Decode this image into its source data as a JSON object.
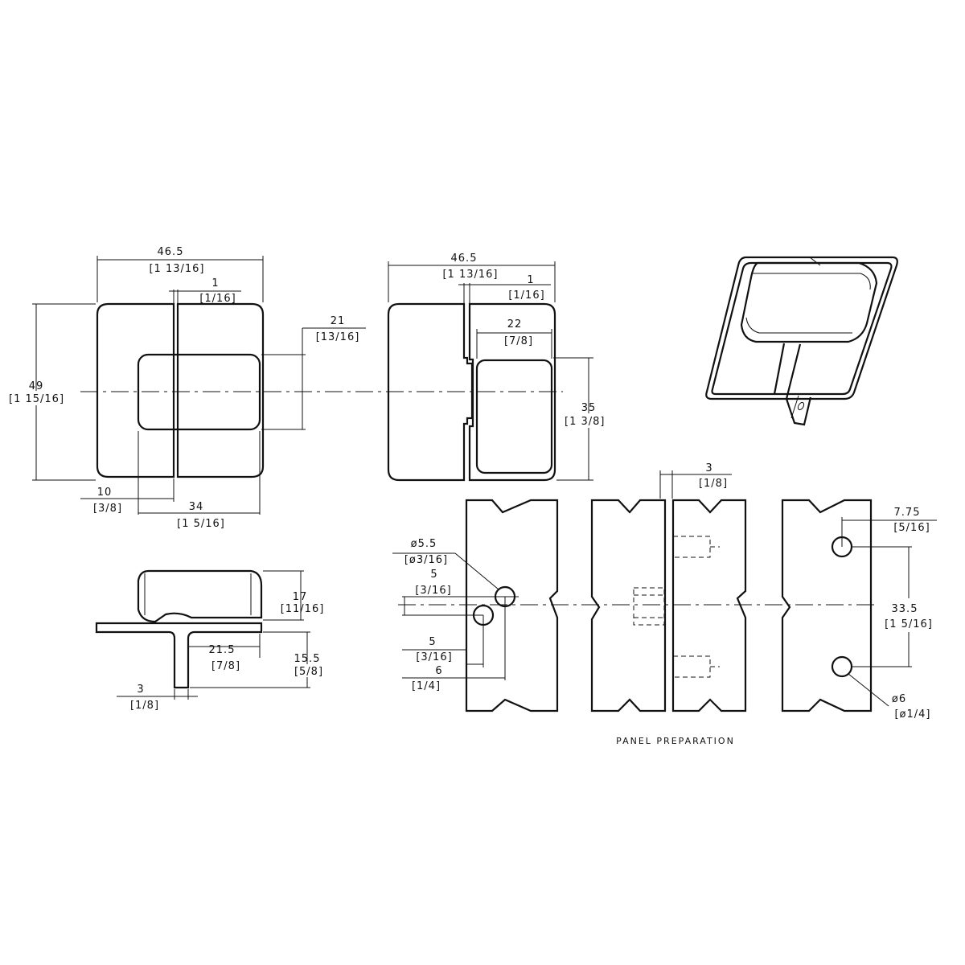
{
  "front_view": {
    "width": "46.5",
    "width_in": "[1 13/16]",
    "gap": "1",
    "gap_in": "[1/16]",
    "height": "49",
    "height_in": "[1 15/16]",
    "knob_height": "21",
    "knob_height_in": "[13/16]",
    "offset": "10",
    "offset_in": "[3/8]",
    "knob_width": "34",
    "knob_width_in": "[1 5/16]"
  },
  "back_view": {
    "width": "46.5",
    "width_in": "[1 13/16]",
    "gap": "1",
    "gap_in": "[1/16]",
    "pad_width": "22",
    "pad_width_in": "[7/8]",
    "pad_height": "35",
    "pad_height_in": "[1 3/8]"
  },
  "side_view": {
    "knob_height": "17",
    "knob_height_in": "[11/16]",
    "leg_length": "21.5",
    "leg_length_in": "[7/8]",
    "leg_depth": "15.5",
    "leg_depth_in": "[5/8]",
    "thickness": "3",
    "thickness_in": "[1/8]"
  },
  "panel_preparation": {
    "title": "PANEL PREPARATION",
    "hole_small": "ø5.5",
    "hole_small_in": "[ø3/16]",
    "off_a": "5",
    "off_a_in": "[3/16]",
    "off_b": "5",
    "off_b_in": "[3/16]",
    "off_c": "6",
    "off_c_in": "[1/4]",
    "gap": "3",
    "gap_in": "[1/8]",
    "edge": "7.75",
    "edge_in": "[5/16]",
    "spacing": "33.5",
    "spacing_in": "[1 5/16]",
    "hole_large": "ø6",
    "hole_large_in": "[ø1/4]"
  }
}
